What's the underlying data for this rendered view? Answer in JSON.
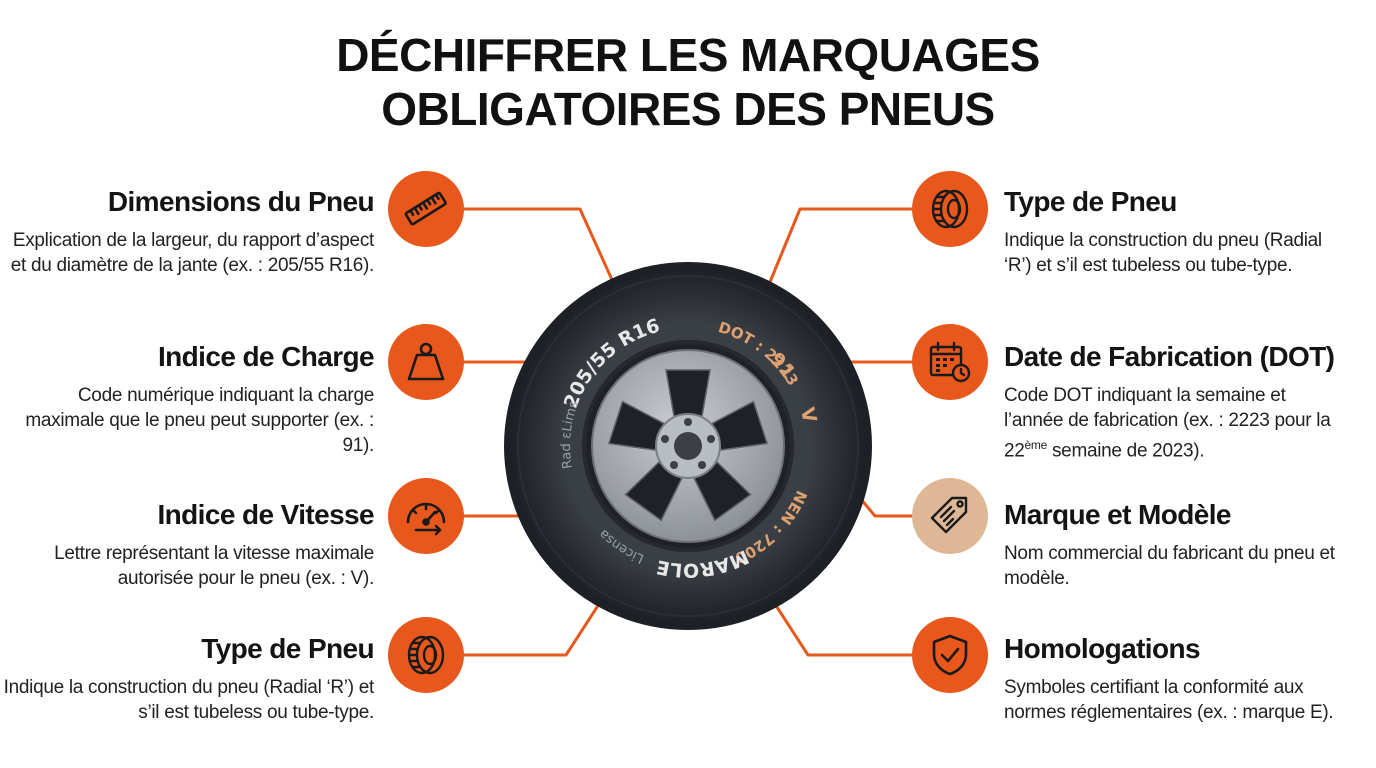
{
  "title": {
    "line1": "DÉCHIFFRER LES MARQUAGES",
    "line2": "OBLIGATOIRES DES PNEUS"
  },
  "colors": {
    "accent": "#E8581C",
    "accent_light": "#DDB796",
    "tire": "#2A2E33",
    "rim": "#A9AEB3"
  },
  "left": [
    {
      "icon": "ruler-icon",
      "title": "Dimensions du Pneu",
      "desc": "Explication de la largeur, du rapport d’aspect et du diamètre de la jante (ex. : 205/55 R16)."
    },
    {
      "icon": "weight-icon",
      "title": "Indice de Charge",
      "desc": "Code numérique indiquant la charge maximale que le pneu peut supporter (ex. : 91)."
    },
    {
      "icon": "speedometer-icon",
      "title": "Indice de Vitesse",
      "desc": "Lettre représentant la vitesse maximale autorisée pour le pneu (ex. : V)."
    },
    {
      "icon": "tire-icon",
      "title": "Type de Pneu",
      "desc": "Indique la construction du pneu (Radial ‘R’) et s’il est tubeless ou tube-type."
    }
  ],
  "right": [
    {
      "icon": "tire-icon",
      "title": "Type de Pneu",
      "desc": "Indique la construction du pneu (Radial ‘R’) et s’il est tubeless ou tube-type."
    },
    {
      "icon": "calendar-clock-icon",
      "title": "Date de Fabrication (DOT)",
      "desc_before": "Code DOT indiquant la semaine et l’année de fabrication (ex. : 2223 pour la 22",
      "desc_sup": "ème",
      "desc_after": " semaine de 2023)."
    },
    {
      "icon": "tag-icon",
      "title": "Marque et Modèle",
      "desc": "Nom commercial du fabricant du pneu et modèle."
    },
    {
      "icon": "shield-check-icon",
      "title": "Homologations",
      "desc": "Symboles certifiant la conformité aux normes réglementaires (ex. : marque E)."
    }
  ],
  "tire_markings": {
    "size": "205/55 R16",
    "load": "91",
    "speed": "V",
    "dot": "DOT : 2223",
    "nen": "NEN : 7200",
    "brand": "MAROLE",
    "left_text1": "Rad ɛLims",
    "left_text2": "Licensa"
  }
}
